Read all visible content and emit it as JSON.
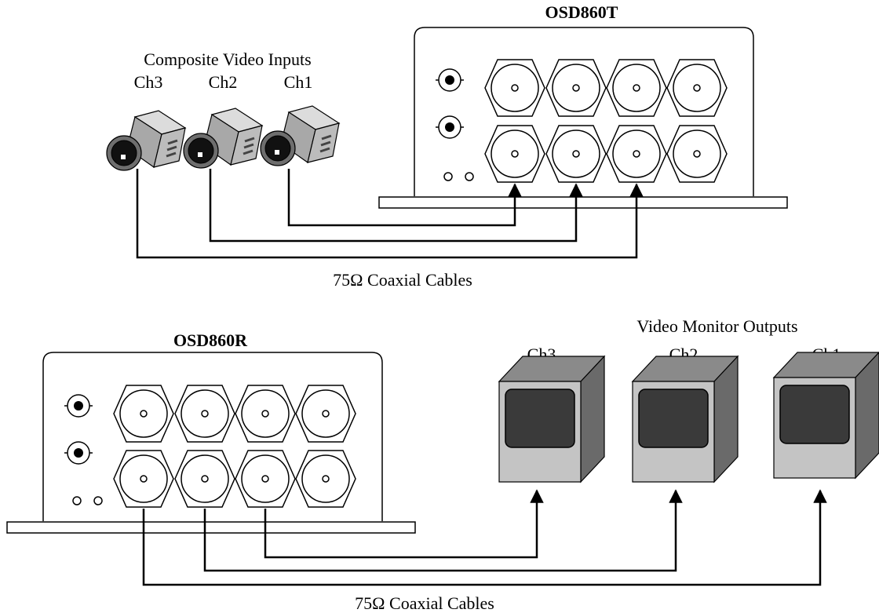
{
  "transmitter": {
    "title": "OSD860T"
  },
  "receiver": {
    "title": "OSD860R"
  },
  "inputs": {
    "heading": "Composite Video Inputs",
    "channels": [
      "Ch3",
      "Ch2",
      "Ch1"
    ]
  },
  "outputs": {
    "heading": "Video Monitor Outputs",
    "channels": [
      "Ch3",
      "Ch2",
      "Ch1"
    ]
  },
  "cables": {
    "top_label": "75Ω  Coaxial Cables",
    "bottom_label": "75Ω Coaxial Cables"
  },
  "colors": {
    "camera_body": "#b0b0b0",
    "camera_shade": "#6f6f6f",
    "monitor_front": "#c4c4c4",
    "monitor_side": "#6a6a6a",
    "monitor_top": "#8a8a8a",
    "screen": "#3a3a3a"
  }
}
